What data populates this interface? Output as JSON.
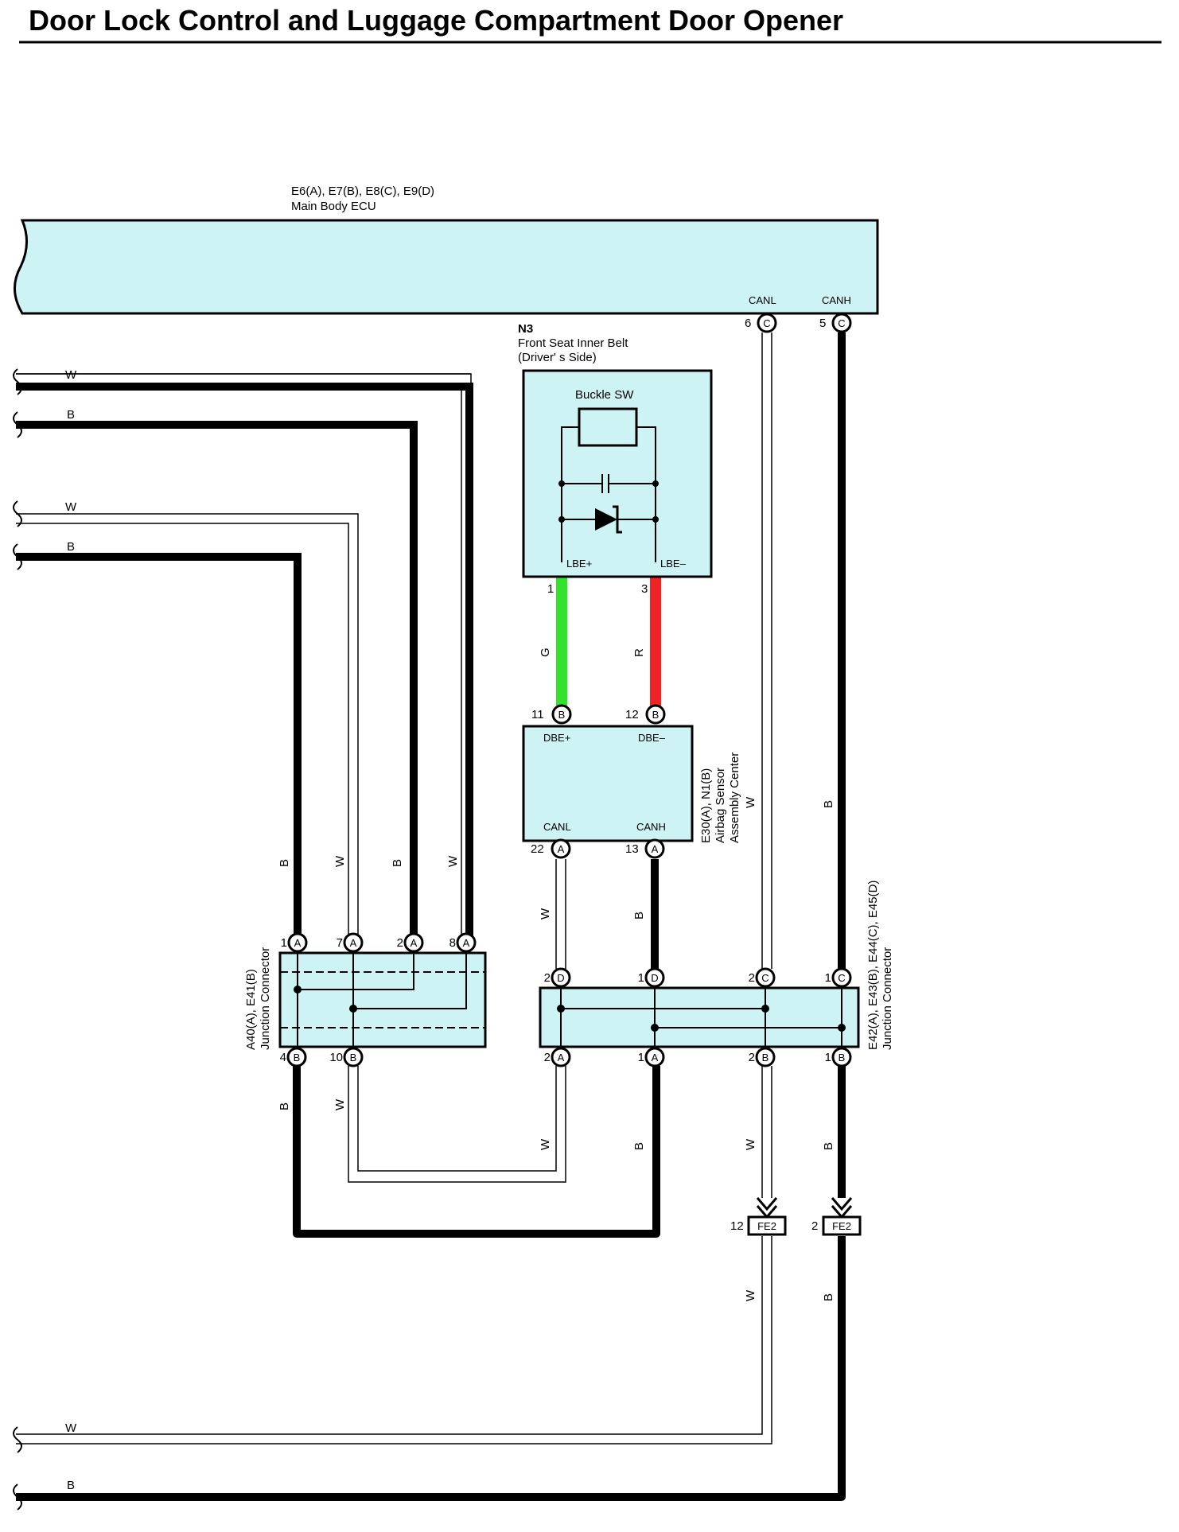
{
  "title": "Door Lock Control and Luggage Compartment Door Opener",
  "components": {
    "main_ecu": {
      "code": "E6(A), E7(B), E8(C), E9(D)",
      "name": "Main Body ECU",
      "term_canl": "CANL",
      "term_canh": "CANH"
    },
    "seat_belt": {
      "code": "N3",
      "name_line1": "Front Seat Inner Belt",
      "name_line2": "(Driver' s Side)",
      "switch": "Buckle SW",
      "term_pos": "LBE+",
      "term_neg": "LBE–"
    },
    "airbag": {
      "code": "E30(A), N1(B)",
      "name_line1": "Airbag Sensor",
      "name_line2": "Assembly Center",
      "term_dbe_pos": "DBE+",
      "term_dbe_neg": "DBE–",
      "term_canl": "CANL",
      "term_canh": "CANH"
    },
    "jc_left": {
      "code": "A40(A), E41(B)",
      "name": "Junction Connector"
    },
    "jc_right": {
      "code": "E42(A), E43(B), E44(C), E45(D)",
      "name": "Junction Connector"
    },
    "fe2": {
      "label": "FE2"
    }
  },
  "pins": {
    "ecu_6": "6",
    "ecu_5": "5",
    "ecu_6_conn": "C",
    "ecu_5_conn": "C",
    "belt_1": "1",
    "belt_3": "3",
    "ab_11": "11",
    "ab_12": "12",
    "ab_11_conn": "B",
    "ab_12_conn": "B",
    "ab_22": "22",
    "ab_13": "13",
    "ab_22_conn": "A",
    "ab_13_conn": "A",
    "jl_top": [
      {
        "n": "1",
        "c": "A"
      },
      {
        "n": "7",
        "c": "A"
      },
      {
        "n": "2",
        "c": "A"
      },
      {
        "n": "8",
        "c": "A"
      }
    ],
    "jl_bot": [
      {
        "n": "4",
        "c": "B"
      },
      {
        "n": "10",
        "c": "B"
      }
    ],
    "jr_top": [
      {
        "n": "2",
        "c": "D"
      },
      {
        "n": "1",
        "c": "D"
      },
      {
        "n": "2",
        "c": "C"
      },
      {
        "n": "1",
        "c": "C"
      }
    ],
    "jr_bot": [
      {
        "n": "2",
        "c": "A"
      },
      {
        "n": "1",
        "c": "A"
      },
      {
        "n": "2",
        "c": "B"
      },
      {
        "n": "1",
        "c": "B"
      }
    ],
    "fe2_12": "12",
    "fe2_2": "2"
  },
  "wire_colors": {
    "W": "W",
    "B": "B",
    "G": "G",
    "R": "R"
  },
  "colors": {
    "component_fill": "#cef3f5",
    "green_wire": "#33e22c",
    "red_wire": "#ee2424"
  }
}
